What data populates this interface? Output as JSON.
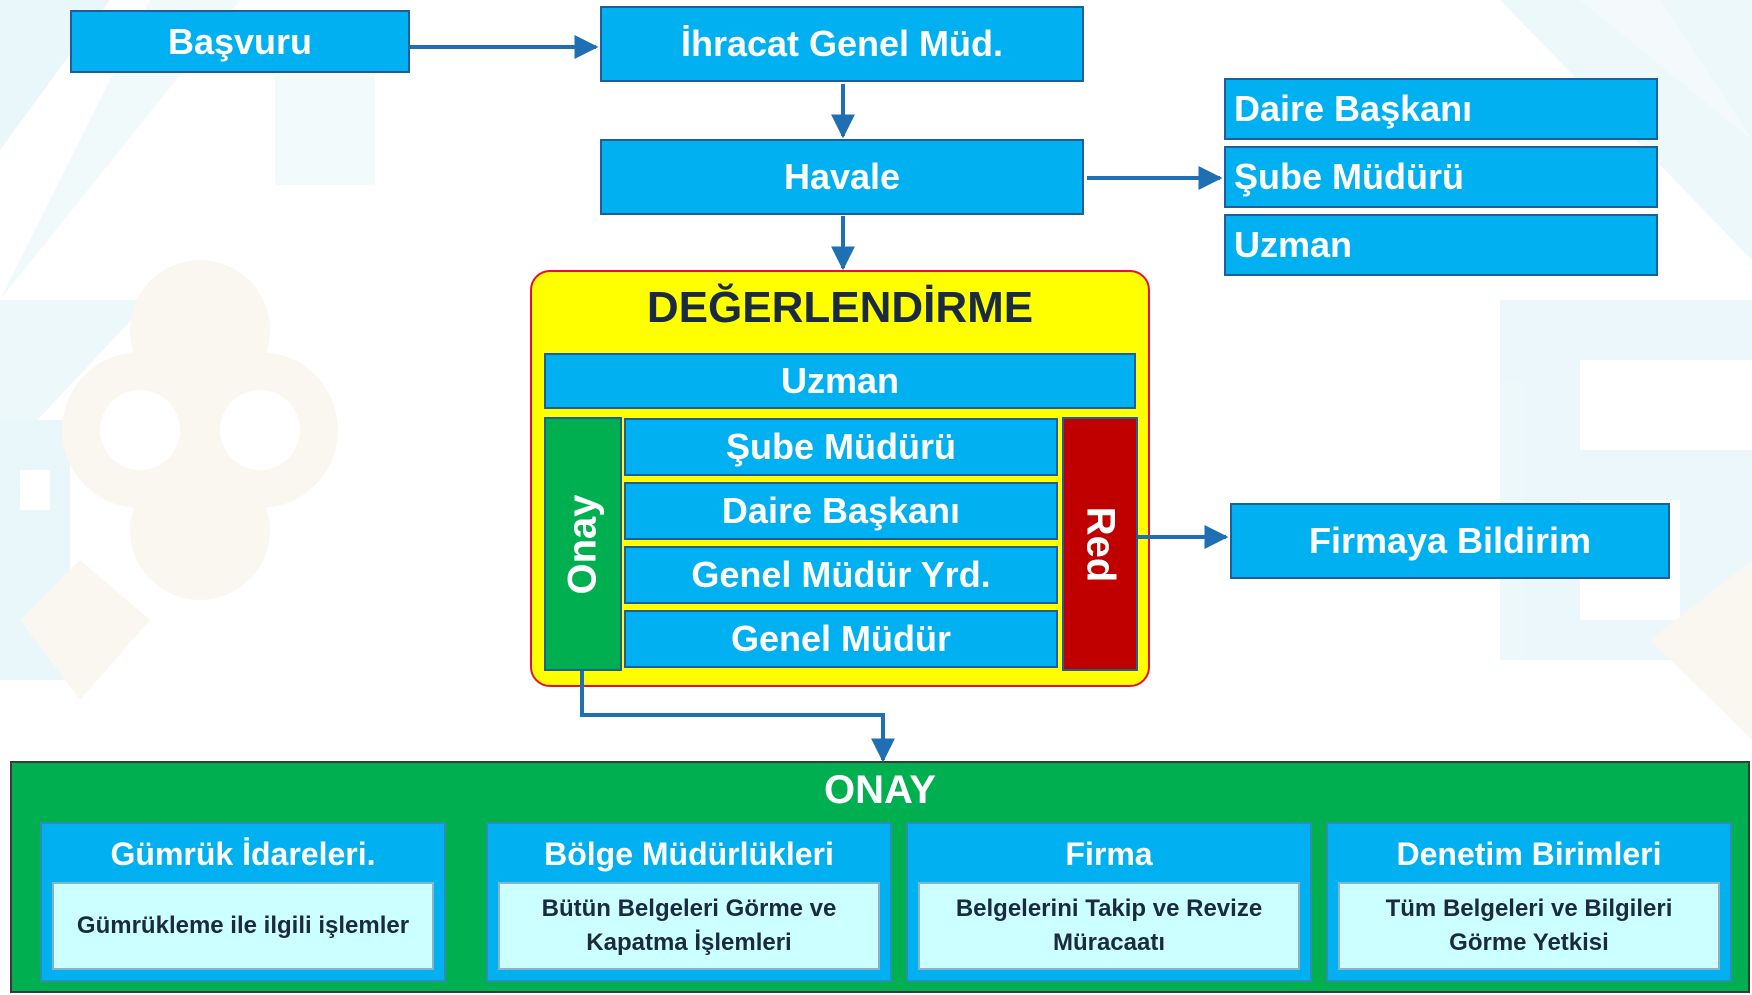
{
  "top": {
    "basvuru": "Başvuru",
    "ihracat": "İhracat Genel Müd.",
    "havale": "Havale"
  },
  "assignees": [
    "Daire Başkanı",
    "Şube Müdürü",
    "Uzman"
  ],
  "evaluation": {
    "title": "DEĞERLENDİRME",
    "uzman": "Uzman",
    "onay_label": "Onay",
    "red_label": "Red",
    "levels": [
      "Şube Müdürü",
      "Daire Başkanı",
      "Genel Müdür Yrd.",
      "Genel Müdür"
    ]
  },
  "notify": "Firmaya Bildirim",
  "approval": {
    "title": "ONAY",
    "cards": [
      {
        "title": "Gümrük İdareleri.",
        "body": "Gümrükleme ile ilgili işlemler"
      },
      {
        "title": "Bölge Müdürlükleri",
        "body": "Bütün Belgeleri Görme ve Kapatma İşlemleri"
      },
      {
        "title": "Firma",
        "body": "Belgelerini Takip ve Revize Müracaatı"
      },
      {
        "title": "Denetim Birimleri",
        "body": "Tüm Belgeleri ve Bilgileri Görme Yetkisi"
      }
    ]
  },
  "colors": {
    "box": "#00b0f0",
    "box_border": "#1f5e9c",
    "eval_bg": "#ffff00",
    "eval_border": "#e8112d",
    "onay_green": "#00b050",
    "red": "#c00000",
    "card_body": "#ccffff",
    "arrow": "#1f6fb5"
  }
}
